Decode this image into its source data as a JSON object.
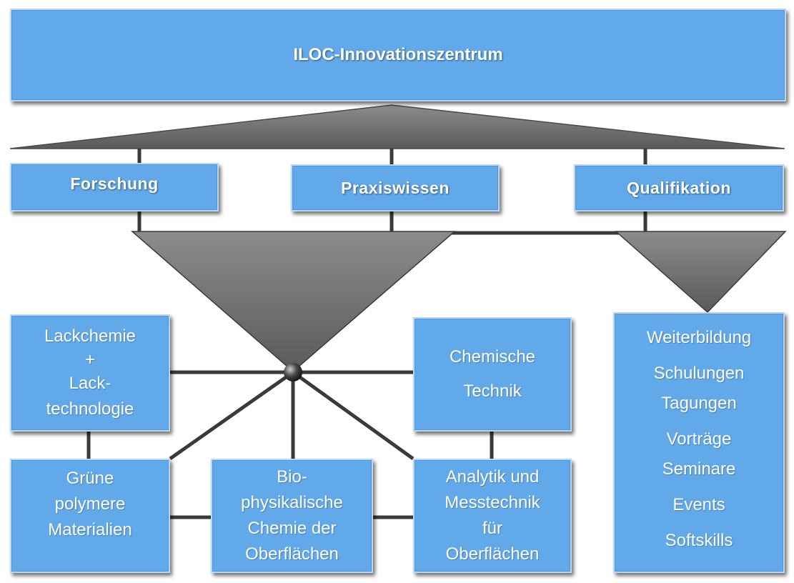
{
  "header": {
    "title": "ILOC-Innovationszentrum"
  },
  "pillars": [
    {
      "label": "Forschung"
    },
    {
      "label": "Praxiswissen"
    },
    {
      "label": "Qualifikation"
    }
  ],
  "research_areas": [
    {
      "lines": [
        "Lackchemie",
        "+",
        "Lack-",
        "technologie"
      ]
    },
    {
      "lines": [
        "Chemische",
        "Technik"
      ]
    },
    {
      "lines": [
        "Grüne",
        "polymere",
        "Materialien"
      ]
    },
    {
      "lines": [
        "Bio-",
        "physikalische",
        "Chemie der",
        "Oberflächen"
      ]
    },
    {
      "lines": [
        "Analytik und",
        "Messtechnik",
        "für",
        "Oberflächen"
      ]
    }
  ],
  "qualification": {
    "items": [
      "Weiterbildung",
      "Schulungen",
      "Tagungen",
      "Vorträge",
      "Seminare",
      "Events",
      "Softskills"
    ]
  },
  "colors": {
    "box_fill": "#62a9ea",
    "box_border": "#b9d7f4",
    "connector": "#3a3a3a",
    "triangle": "#6b6b6b"
  }
}
